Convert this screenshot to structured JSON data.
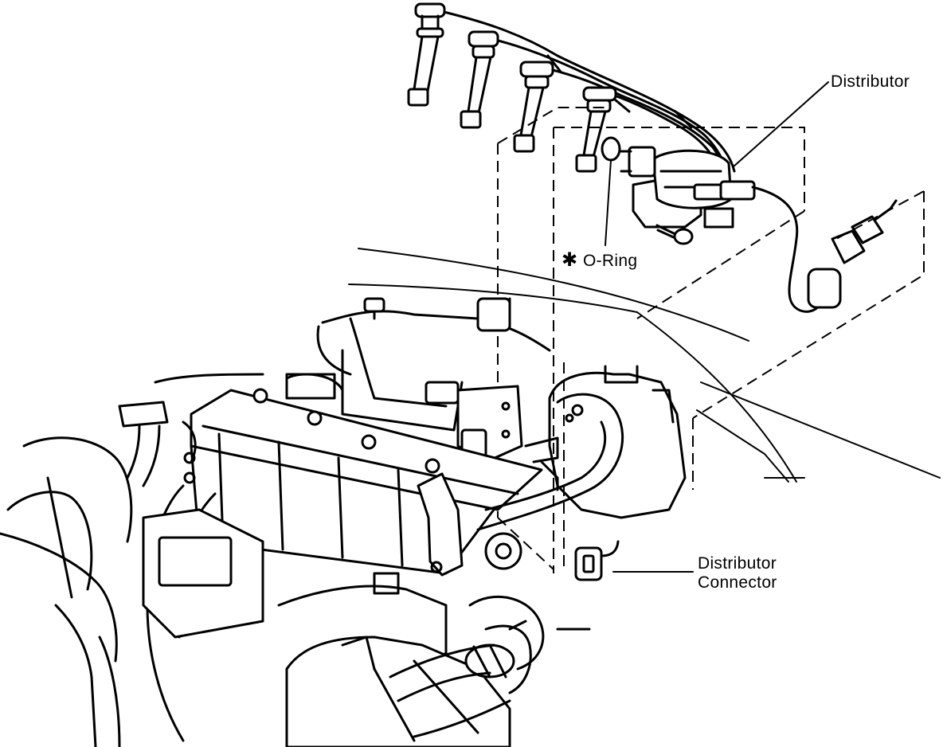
{
  "labels": {
    "distributor": "Distributor",
    "o_ring": "O-Ring",
    "distributor_connector_line1": "Distributor",
    "distributor_connector_line2": "Connector"
  },
  "symbols": {
    "o_ring_marker": "✱"
  },
  "colors": {
    "ink": "#000000",
    "paper": "#ffffff"
  }
}
